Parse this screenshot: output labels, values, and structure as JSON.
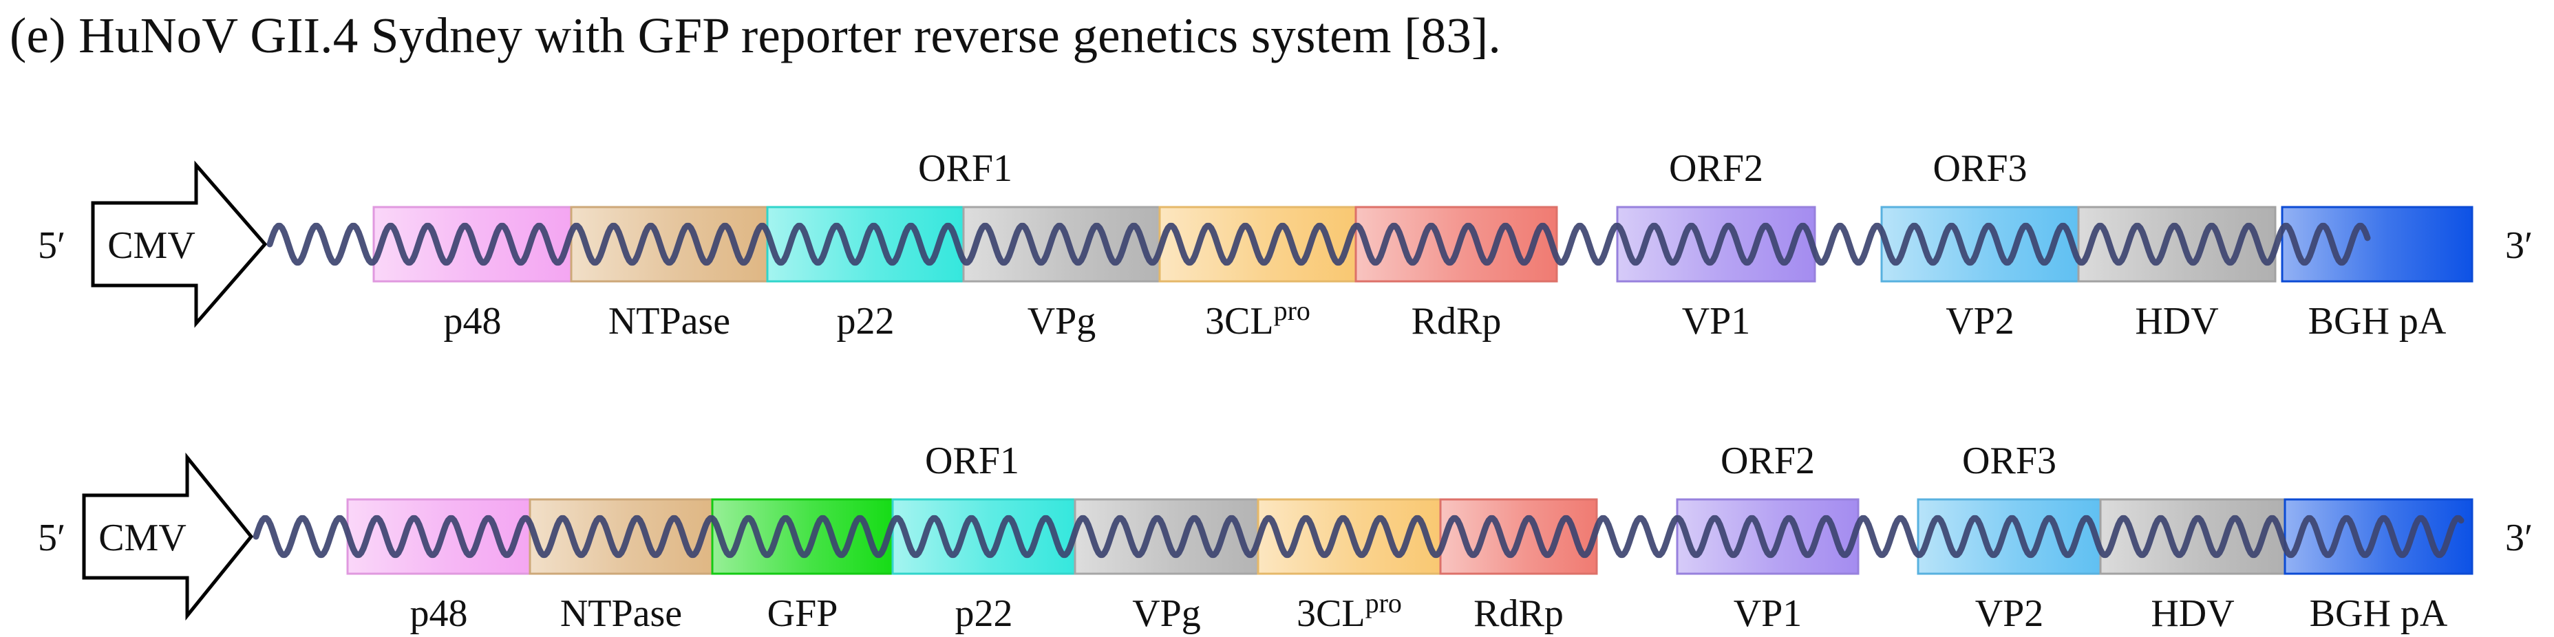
{
  "caption": "(e) HuNoV GII.4 Sydney with GFP reporter reverse genetics system [83].",
  "constructs": [
    {
      "end5": "5′",
      "end3": "3′",
      "promoter": "CMV",
      "orfs": [
        {
          "label": "ORF1",
          "over": [
            0,
            5
          ]
        },
        {
          "label": "ORF2",
          "over": [
            6,
            6
          ]
        },
        {
          "label": "ORF3",
          "over": [
            7,
            7
          ]
        }
      ],
      "segments": [
        {
          "label": "p48",
          "color": "#f4a6f2"
        },
        {
          "label": "NTPase",
          "color": "#dfb784"
        },
        {
          "label": "p22",
          "color": "#35e7dd"
        },
        {
          "label": "VPg",
          "color": "#b4b4b4"
        },
        {
          "label": "3CL",
          "sup": "pro",
          "color": "#f9c872"
        },
        {
          "label": "RdRp",
          "color": "#f07b72"
        },
        {
          "label": "VP1",
          "color": "#a48cf0"
        },
        {
          "label": "VP2",
          "color": "#60c0f2"
        },
        {
          "label": "HDV",
          "color": "#b0b0b0"
        },
        {
          "label": "BGH pA",
          "color": "#0d52e6"
        }
      ]
    },
    {
      "end5": "5′",
      "end3": "3′",
      "promoter": "CMV",
      "orfs": [
        {
          "label": "ORF1",
          "over": [
            0,
            6
          ]
        },
        {
          "label": "ORF2",
          "over": [
            7,
            7
          ]
        },
        {
          "label": "ORF3",
          "over": [
            8,
            8
          ]
        }
      ],
      "segments": [
        {
          "label": "p48",
          "color": "#f4a6f2"
        },
        {
          "label": "NTPase",
          "color": "#dfb784"
        },
        {
          "label": "GFP",
          "color": "#16dc16"
        },
        {
          "label": "p22",
          "color": "#35e7dd"
        },
        {
          "label": "VPg",
          "color": "#b4b4b4"
        },
        {
          "label": "3CL",
          "sup": "pro",
          "color": "#f9c872"
        },
        {
          "label": "RdRp",
          "color": "#f07b72"
        },
        {
          "label": "VP1",
          "color": "#a48cf0"
        },
        {
          "label": "VP2",
          "color": "#60c0f2"
        },
        {
          "label": "HDV",
          "color": "#b0b0b0"
        },
        {
          "label": "BGH pA",
          "color": "#0d52e6"
        }
      ]
    }
  ],
  "colors": {
    "wave": "#3d4470",
    "text": "#111111"
  }
}
